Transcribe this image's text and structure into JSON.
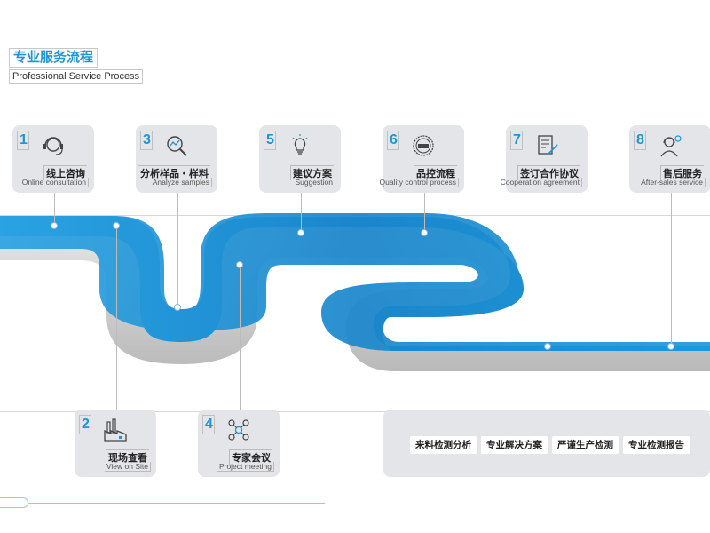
{
  "header": {
    "title_cn": "专业服务流程",
    "title_en": "Professional Service Process"
  },
  "colors": {
    "accent": "#1e95d4",
    "road_top": "#1b8fd2",
    "road_side": "#c9c9c9",
    "card_bg": "#e3e5e8"
  },
  "steps": [
    {
      "num": "1",
      "cn": "线上咨询",
      "en": "Online consultation",
      "icon": "headset-icon"
    },
    {
      "num": "2",
      "cn": "现场查看",
      "en": "View on Site",
      "icon": "factory-icon"
    },
    {
      "num": "3",
      "cn": "分析样品・样料",
      "en": "Analyze samples",
      "icon": "magnifier-chart-icon"
    },
    {
      "num": "4",
      "cn": "专家会议",
      "en": "Project meeting",
      "icon": "network-people-icon"
    },
    {
      "num": "5",
      "cn": "建议方案",
      "en": "Suggestion",
      "icon": "lightbulb-icon"
    },
    {
      "num": "6",
      "cn": "品控流程",
      "en": "Quality control process",
      "icon": "iso-badge-icon"
    },
    {
      "num": "7",
      "cn": "签订合作协议",
      "en": "Cooperation agreement",
      "icon": "contract-signing-icon"
    },
    {
      "num": "8",
      "cn": "售后服务",
      "en": "After-sales service",
      "icon": "support-agent-icon"
    }
  ],
  "services": [
    "来料检测分析",
    "专业解决方案",
    "严谨生产检测",
    "专业检测报告"
  ]
}
